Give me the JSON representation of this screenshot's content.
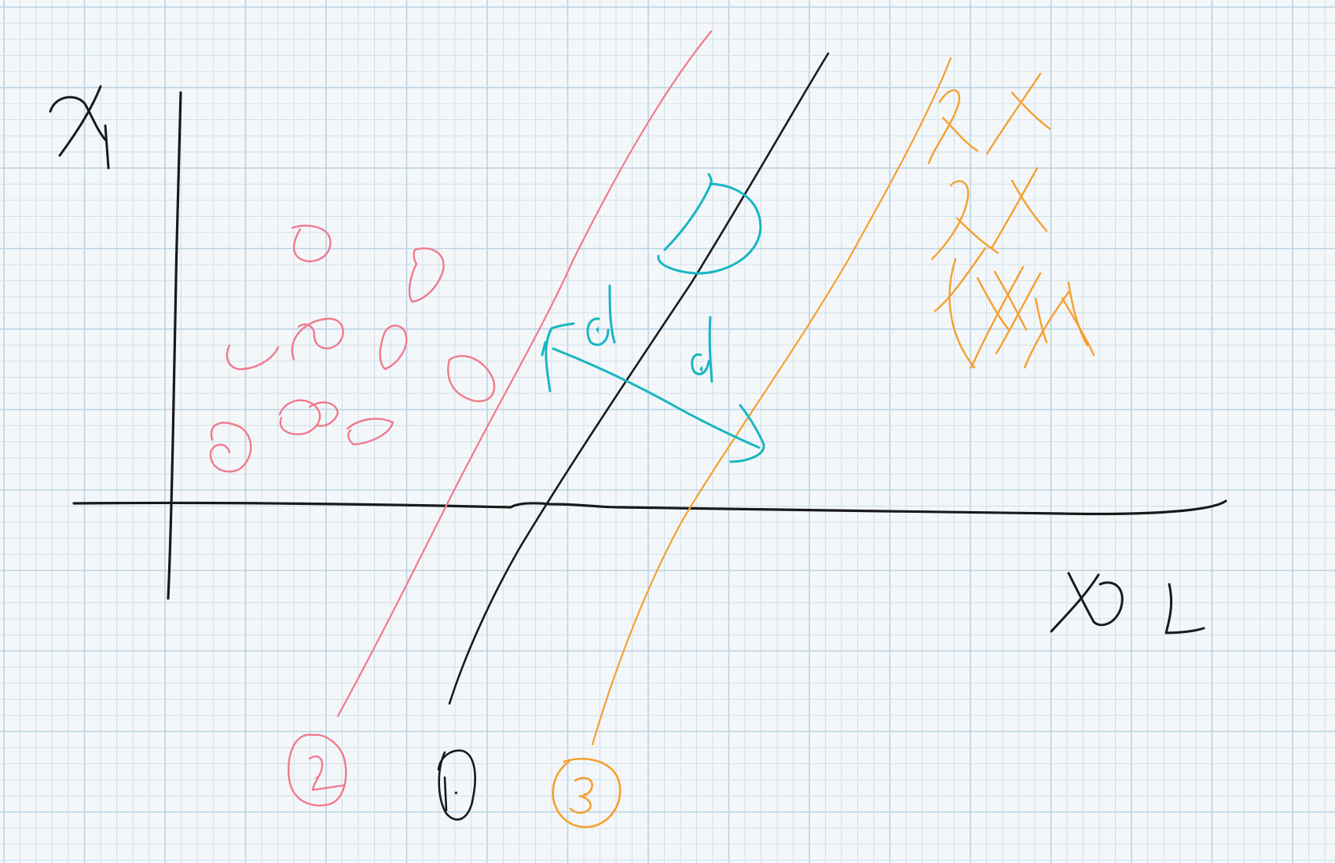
{
  "axes": {
    "vertical_label": "X1",
    "horizontal_label": "X2"
  },
  "boundary_labels": {
    "pink": "2",
    "black": "1",
    "orange": "3"
  },
  "distance_labels": {
    "left": "d",
    "right": "d"
  },
  "colors": {
    "paper": "#f4f7f9",
    "grid_minor": "#cfe0ea",
    "grid_major": "#b9d2e2",
    "black_ink": "#1a1a1a",
    "pink_ink": "#f07a8c",
    "orange_ink": "#f5a030",
    "teal_ink": "#17b6c2"
  },
  "markers": {
    "class_o_symbol": "O",
    "class_o_count": 10,
    "class_x_symbol": "X",
    "class_x_count": 11
  }
}
